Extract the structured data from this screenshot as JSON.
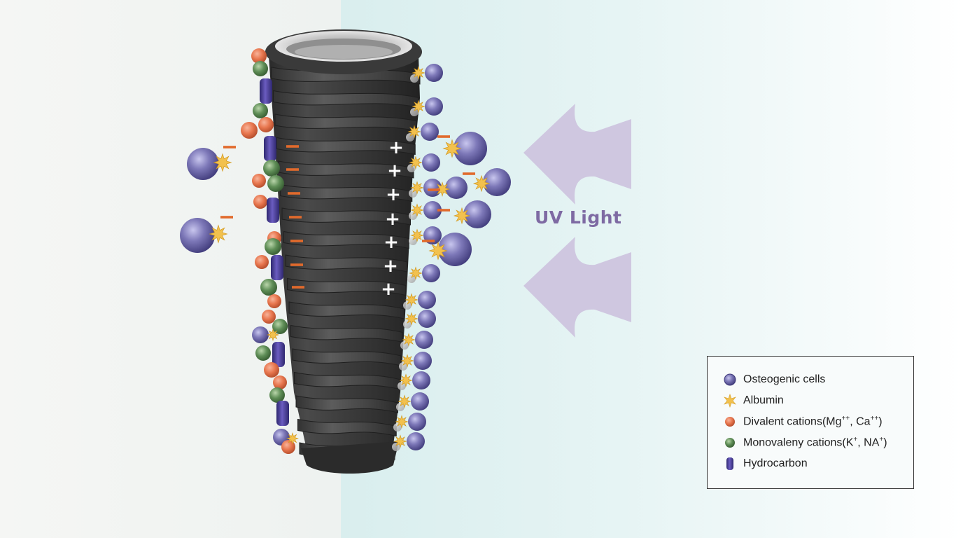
{
  "uv_label": "UV Light",
  "legend": {
    "osteogenic": "Osteogenic cells",
    "albumin": "Albumin",
    "divalent": {
      "prefix": "Divalent cations(Mg",
      "sup1": "++",
      "mid": ", Ca",
      "sup2": "++",
      "suffix": ")"
    },
    "monovalent": {
      "prefix": "Monovaleny cations(K",
      "sup1": "+",
      "mid": ", NA",
      "sup2": "+",
      "suffix": ")"
    },
    "hydrocarbon": "Hydrocarbon"
  },
  "symbols": {
    "positive": "+",
    "negative": "−"
  },
  "colors": {
    "osteogenic_cell": "#7d78b8",
    "albumin": "#f2c14e",
    "divalent_cation": "#e8774f",
    "monovalent_cation": "#5f8e57",
    "hydrocarbon": "#4b3d9a",
    "uv_arrow": "#cfc7e0",
    "uv_text": "#7e6aa3",
    "implant": "#3b3b3b"
  },
  "icons": [
    "osteogenic-cell-icon",
    "albumin-icon",
    "divalent-cation-icon",
    "monovalent-cation-icon",
    "hydrocarbon-icon",
    "uv-arrow-icon"
  ]
}
